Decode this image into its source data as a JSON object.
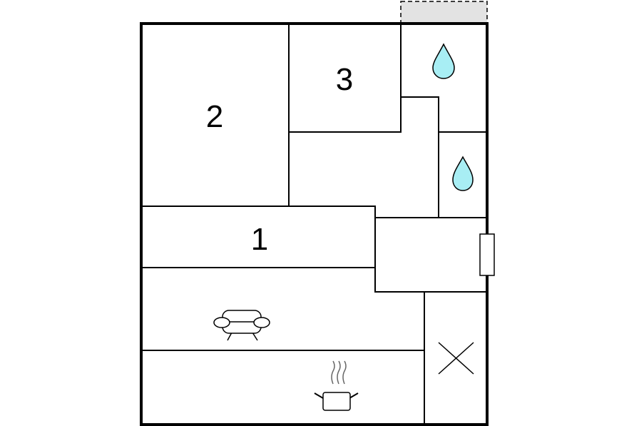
{
  "floorplan": {
    "rooms": [
      {
        "label": "1"
      },
      {
        "label": "2"
      },
      {
        "label": "3"
      }
    ],
    "icons": [
      "water-drop-icon",
      "water-drop-icon",
      "sofa-icon",
      "cooking-pot-icon",
      "cross-mark-icon",
      "entrance-door-icon",
      "balcony-terrace"
    ],
    "colors": {
      "wall": "#000000",
      "water": "#a8eef4",
      "terrace": "#e3e3e3",
      "background": "#ffffff"
    }
  }
}
